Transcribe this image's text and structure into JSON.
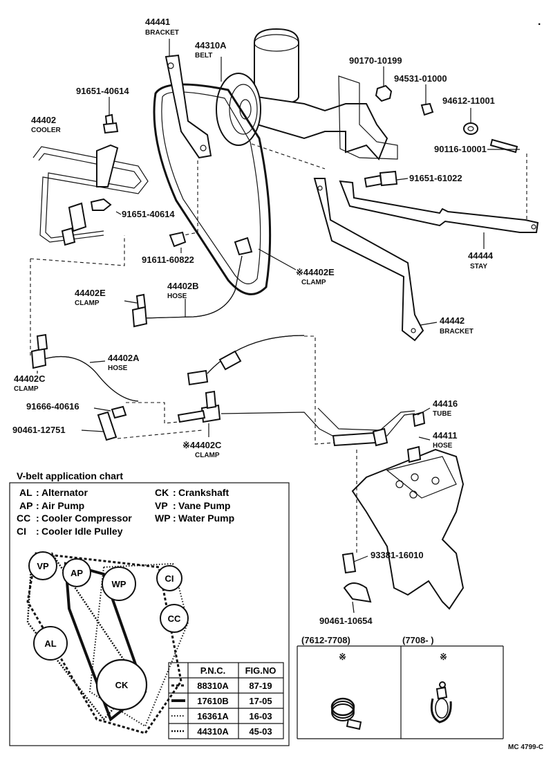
{
  "parts": [
    {
      "pn": "44441",
      "sub": "BRACKET"
    },
    {
      "pn": "44310A",
      "sub": "BELT"
    },
    {
      "pn": "90170-10199",
      "sub": ""
    },
    {
      "pn": "94531-01000",
      "sub": ""
    },
    {
      "pn": "94612-11001",
      "sub": ""
    },
    {
      "pn": "90116-10001",
      "sub": ""
    },
    {
      "pn": "91651-40614",
      "sub": ""
    },
    {
      "pn": "44402",
      "sub": "COOLER"
    },
    {
      "pn": "91651-40614",
      "sub": ""
    },
    {
      "pn": "91651-61022",
      "sub": ""
    },
    {
      "pn": "91611-60822",
      "sub": ""
    },
    {
      "pn": "※44402E",
      "sub": "CLAMP"
    },
    {
      "pn": "44444",
      "sub": "STAY"
    },
    {
      "pn": "44402E",
      "sub": "CLAMP"
    },
    {
      "pn": "44402B",
      "sub": "HOSE"
    },
    {
      "pn": "44442",
      "sub": "BRACKET"
    },
    {
      "pn": "44402A",
      "sub": "HOSE"
    },
    {
      "pn": "44402C",
      "sub": "CLAMP"
    },
    {
      "pn": "91666-40616",
      "sub": ""
    },
    {
      "pn": "90461-12751",
      "sub": ""
    },
    {
      "pn": "※44402C",
      "sub": "CLAMP"
    },
    {
      "pn": "44416",
      "sub": "TUBE"
    },
    {
      "pn": "44411",
      "sub": "HOSE"
    },
    {
      "pn": "93381-16010",
      "sub": ""
    },
    {
      "pn": "90461-10654",
      "sub": ""
    }
  ],
  "vbelt_chart": {
    "title": "V-belt application chart",
    "legend": [
      {
        "abbr": "AL",
        "sep": ":",
        "name": "Alternator"
      },
      {
        "abbr": "AP",
        "sep": ":",
        "name": "Air Pump"
      },
      {
        "abbr": "CC",
        "sep": ":",
        "name": "Cooler Compressor"
      },
      {
        "abbr": "CI",
        "sep": ":",
        "name": "Cooler Idle Pulley"
      },
      {
        "abbr": "CK",
        "sep": ":",
        "name": "Crankshaft"
      },
      {
        "abbr": "VP",
        "sep": ":",
        "name": "Vane Pump"
      },
      {
        "abbr": "WP",
        "sep": ":",
        "name": "Water Pump"
      }
    ],
    "pulleys": [
      "VP",
      "AP",
      "WP",
      "CI",
      "CC",
      "AL",
      "CK"
    ],
    "table": {
      "headers": [
        "P.N.C.",
        "FIG.NO"
      ],
      "rows": [
        {
          "pnc": "88310A",
          "fig": "87-19"
        },
        {
          "pnc": "17610B",
          "fig": "17-05"
        },
        {
          "pnc": "16361A",
          "fig": "16-03"
        },
        {
          "pnc": "44310A",
          "fig": "45-03"
        }
      ]
    }
  },
  "variants": [
    {
      "label": "(7612-7708)",
      "mark": "※"
    },
    {
      "label": "(7708-          )",
      "mark": "※"
    }
  ],
  "footer_code": "MC 4799-C",
  "corner_mark": "·"
}
